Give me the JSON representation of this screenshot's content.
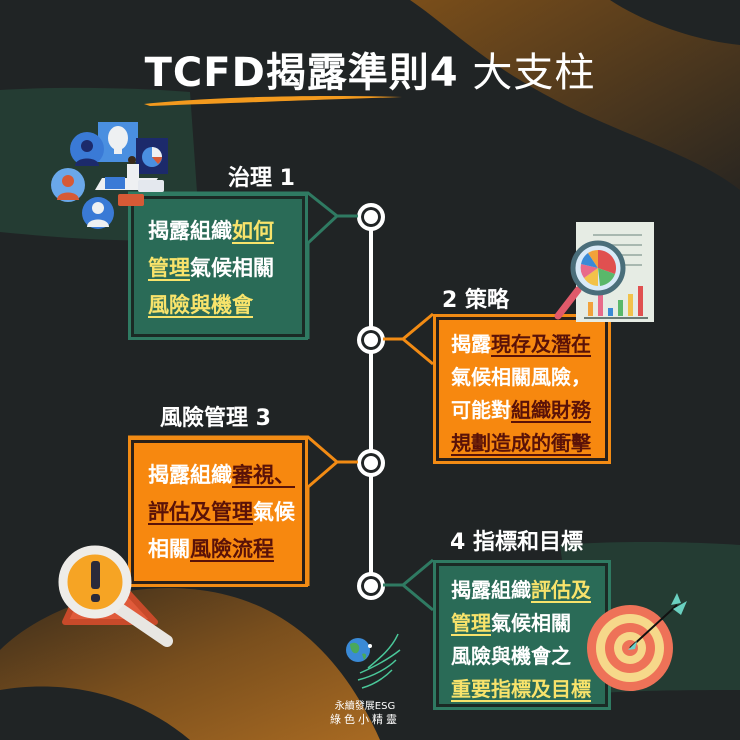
{
  "title": {
    "bold_part": "TCFD揭露準則4",
    "light_part": " 大支柱"
  },
  "colors": {
    "background": "#202425",
    "green_box": "#2a6b57",
    "green_border": "#2f7a62",
    "orange_box": "#f7880f",
    "orange_border": "#f28b14",
    "highlight_yellow": "#f8e36b",
    "highlight_dark_red": "#5a1208",
    "brush_orange": "#f39a1e",
    "timeline": "#ffffff"
  },
  "pillars": [
    {
      "label": "治理 1",
      "lines": [
        [
          {
            "text": "揭露組織",
            "hl": false
          },
          {
            "text": "如何",
            "hl": true
          }
        ],
        [
          {
            "text": "管理",
            "hl": true
          },
          {
            "text": "氣候相關",
            "hl": false
          }
        ],
        [
          {
            "text": "風險與機會",
            "hl": true
          }
        ]
      ],
      "icon": "governance-people-icon"
    },
    {
      "label": "2 策略",
      "lines": [
        [
          {
            "text": "揭露",
            "hl": false
          },
          {
            "text": "現存及潛在",
            "hl": true
          }
        ],
        [
          {
            "text": "氣候相關風險，",
            "hl": false
          }
        ],
        [
          {
            "text": "可能對",
            "hl": false
          },
          {
            "text": "組織財務",
            "hl": true
          }
        ],
        [
          {
            "text": "規劃造成的衝擊",
            "hl": true
          }
        ]
      ],
      "icon": "report-magnifier-icon"
    },
    {
      "label": "風險管理 3",
      "lines": [
        [
          {
            "text": "揭露組織",
            "hl": false
          },
          {
            "text": "審視、",
            "hl": true
          }
        ],
        [
          {
            "text": "評估及管理",
            "hl": true
          },
          {
            "text": "氣候",
            "hl": false
          }
        ],
        [
          {
            "text": "相關",
            "hl": false
          },
          {
            "text": "風險流程",
            "hl": true
          }
        ]
      ],
      "icon": "warning-magnifier-icon"
    },
    {
      "label": "4 指標和目標",
      "lines": [
        [
          {
            "text": "揭露組織",
            "hl": false
          },
          {
            "text": "評估及",
            "hl": true
          }
        ],
        [
          {
            "text": "管理",
            "hl": true
          },
          {
            "text": "氣候相關",
            "hl": false
          }
        ],
        [
          {
            "text": "風險與機會之",
            "hl": false
          }
        ],
        [
          {
            "text": "重要指標及目標",
            "hl": true
          }
        ]
      ],
      "icon": "target-arrow-icon"
    }
  ],
  "logo": {
    "line1": "永續發展ESG",
    "line2": "綠色小精靈"
  }
}
